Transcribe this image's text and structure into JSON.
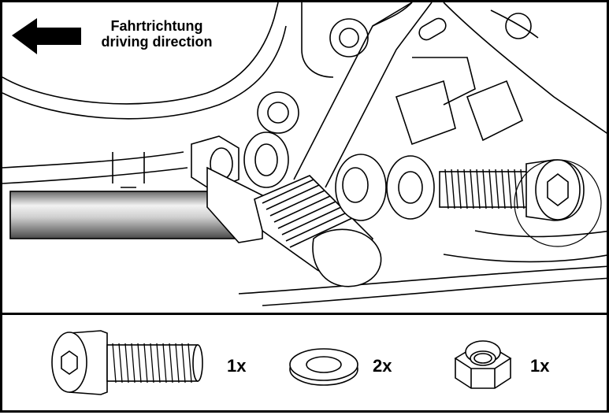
{
  "direction": {
    "label_de": "Fahrtrichtung",
    "label_en": "driving direction",
    "arrow_icon": "left-arrow-icon"
  },
  "parts": [
    {
      "name": "socket-head-bolt",
      "quantity": "1x"
    },
    {
      "name": "washer",
      "quantity": "2x"
    },
    {
      "name": "lock-nut",
      "quantity": "1x"
    }
  ],
  "colors": {
    "line": "#000000",
    "background": "#ffffff"
  }
}
